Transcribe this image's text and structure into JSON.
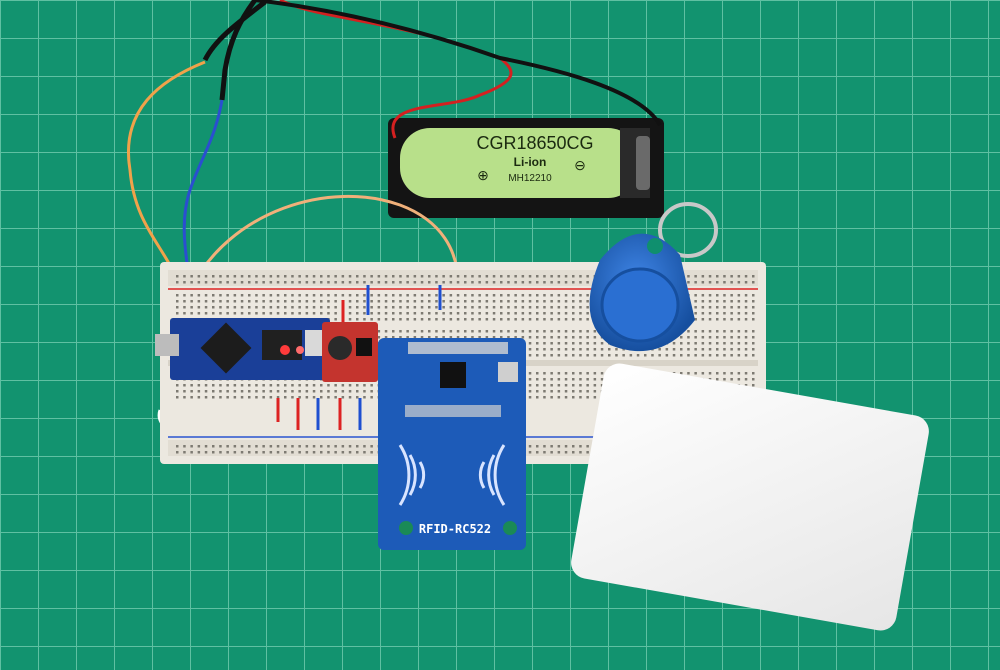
{
  "photo": {
    "description_visible_text": {
      "battery_model": "CGR18650CG",
      "battery_chemistry": "Li-ion",
      "battery_code": "MH12210",
      "rfid_board_label": "RFID-RC522",
      "battery_plus_symbol": "⊕",
      "battery_minus_symbol": "⊖"
    },
    "colors": {
      "mat_green": "#12936f",
      "grid_line": "#5fc0a2",
      "battery_wrap": "#b8e08a",
      "rfid_blue": "#1d5bb8",
      "keyfob_blue": "#1e62c6",
      "breadboard": "#ece8e0",
      "card_white": "#f4f4f4"
    }
  }
}
